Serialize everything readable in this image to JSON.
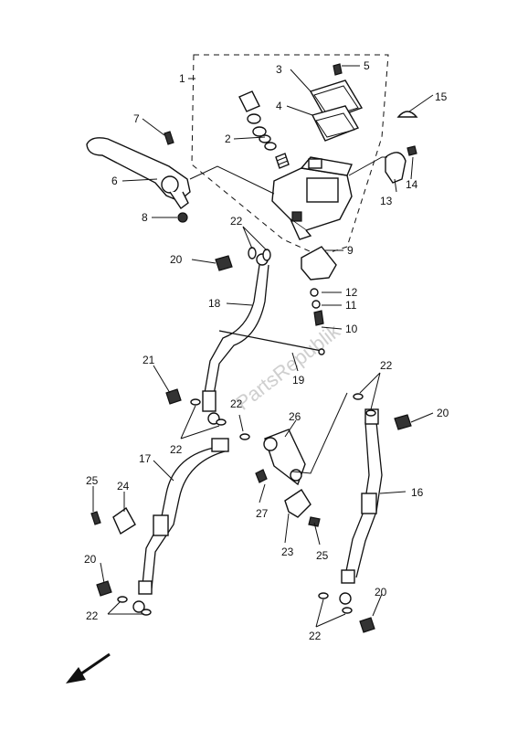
{
  "watermark": "PartsRepublik",
  "labels": {
    "l1": "1",
    "l2": "2",
    "l3": "3",
    "l4": "4",
    "l5": "5",
    "l6": "6",
    "l7": "7",
    "l8": "8",
    "l9": "9",
    "l10": "10",
    "l11": "11",
    "l12": "12",
    "l13": "13",
    "l14": "14",
    "l15": "15",
    "l16": "16",
    "l17": "17",
    "l18": "18",
    "l19": "19",
    "l20a": "20",
    "l20b": "20",
    "l20c": "20",
    "l20d": "20",
    "l21": "21",
    "l22a": "22",
    "l22b": "22",
    "l22c": "22",
    "l22d": "22",
    "l22e": "22",
    "l22f": "22",
    "l23": "23",
    "l24": "24",
    "l25a": "25",
    "l25b": "25",
    "l26": "26",
    "l27": "27"
  }
}
